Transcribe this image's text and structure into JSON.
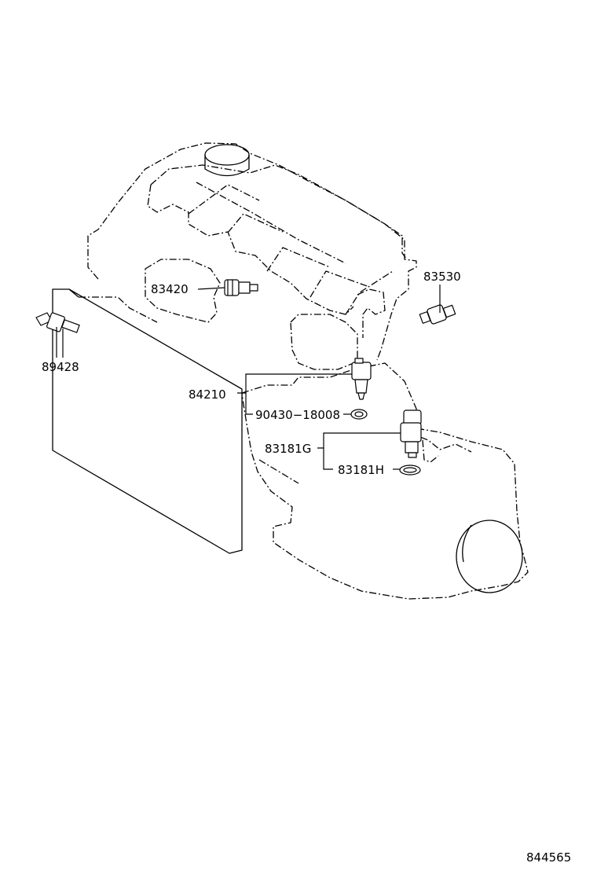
{
  "callouts": {
    "p83420": "83420",
    "p83530": "83530",
    "p89428": "89428",
    "p84210": "84210",
    "p90430": "90430−18008",
    "p83181g": "83181G",
    "p83181h": "83181H"
  },
  "figure_id": "844565"
}
